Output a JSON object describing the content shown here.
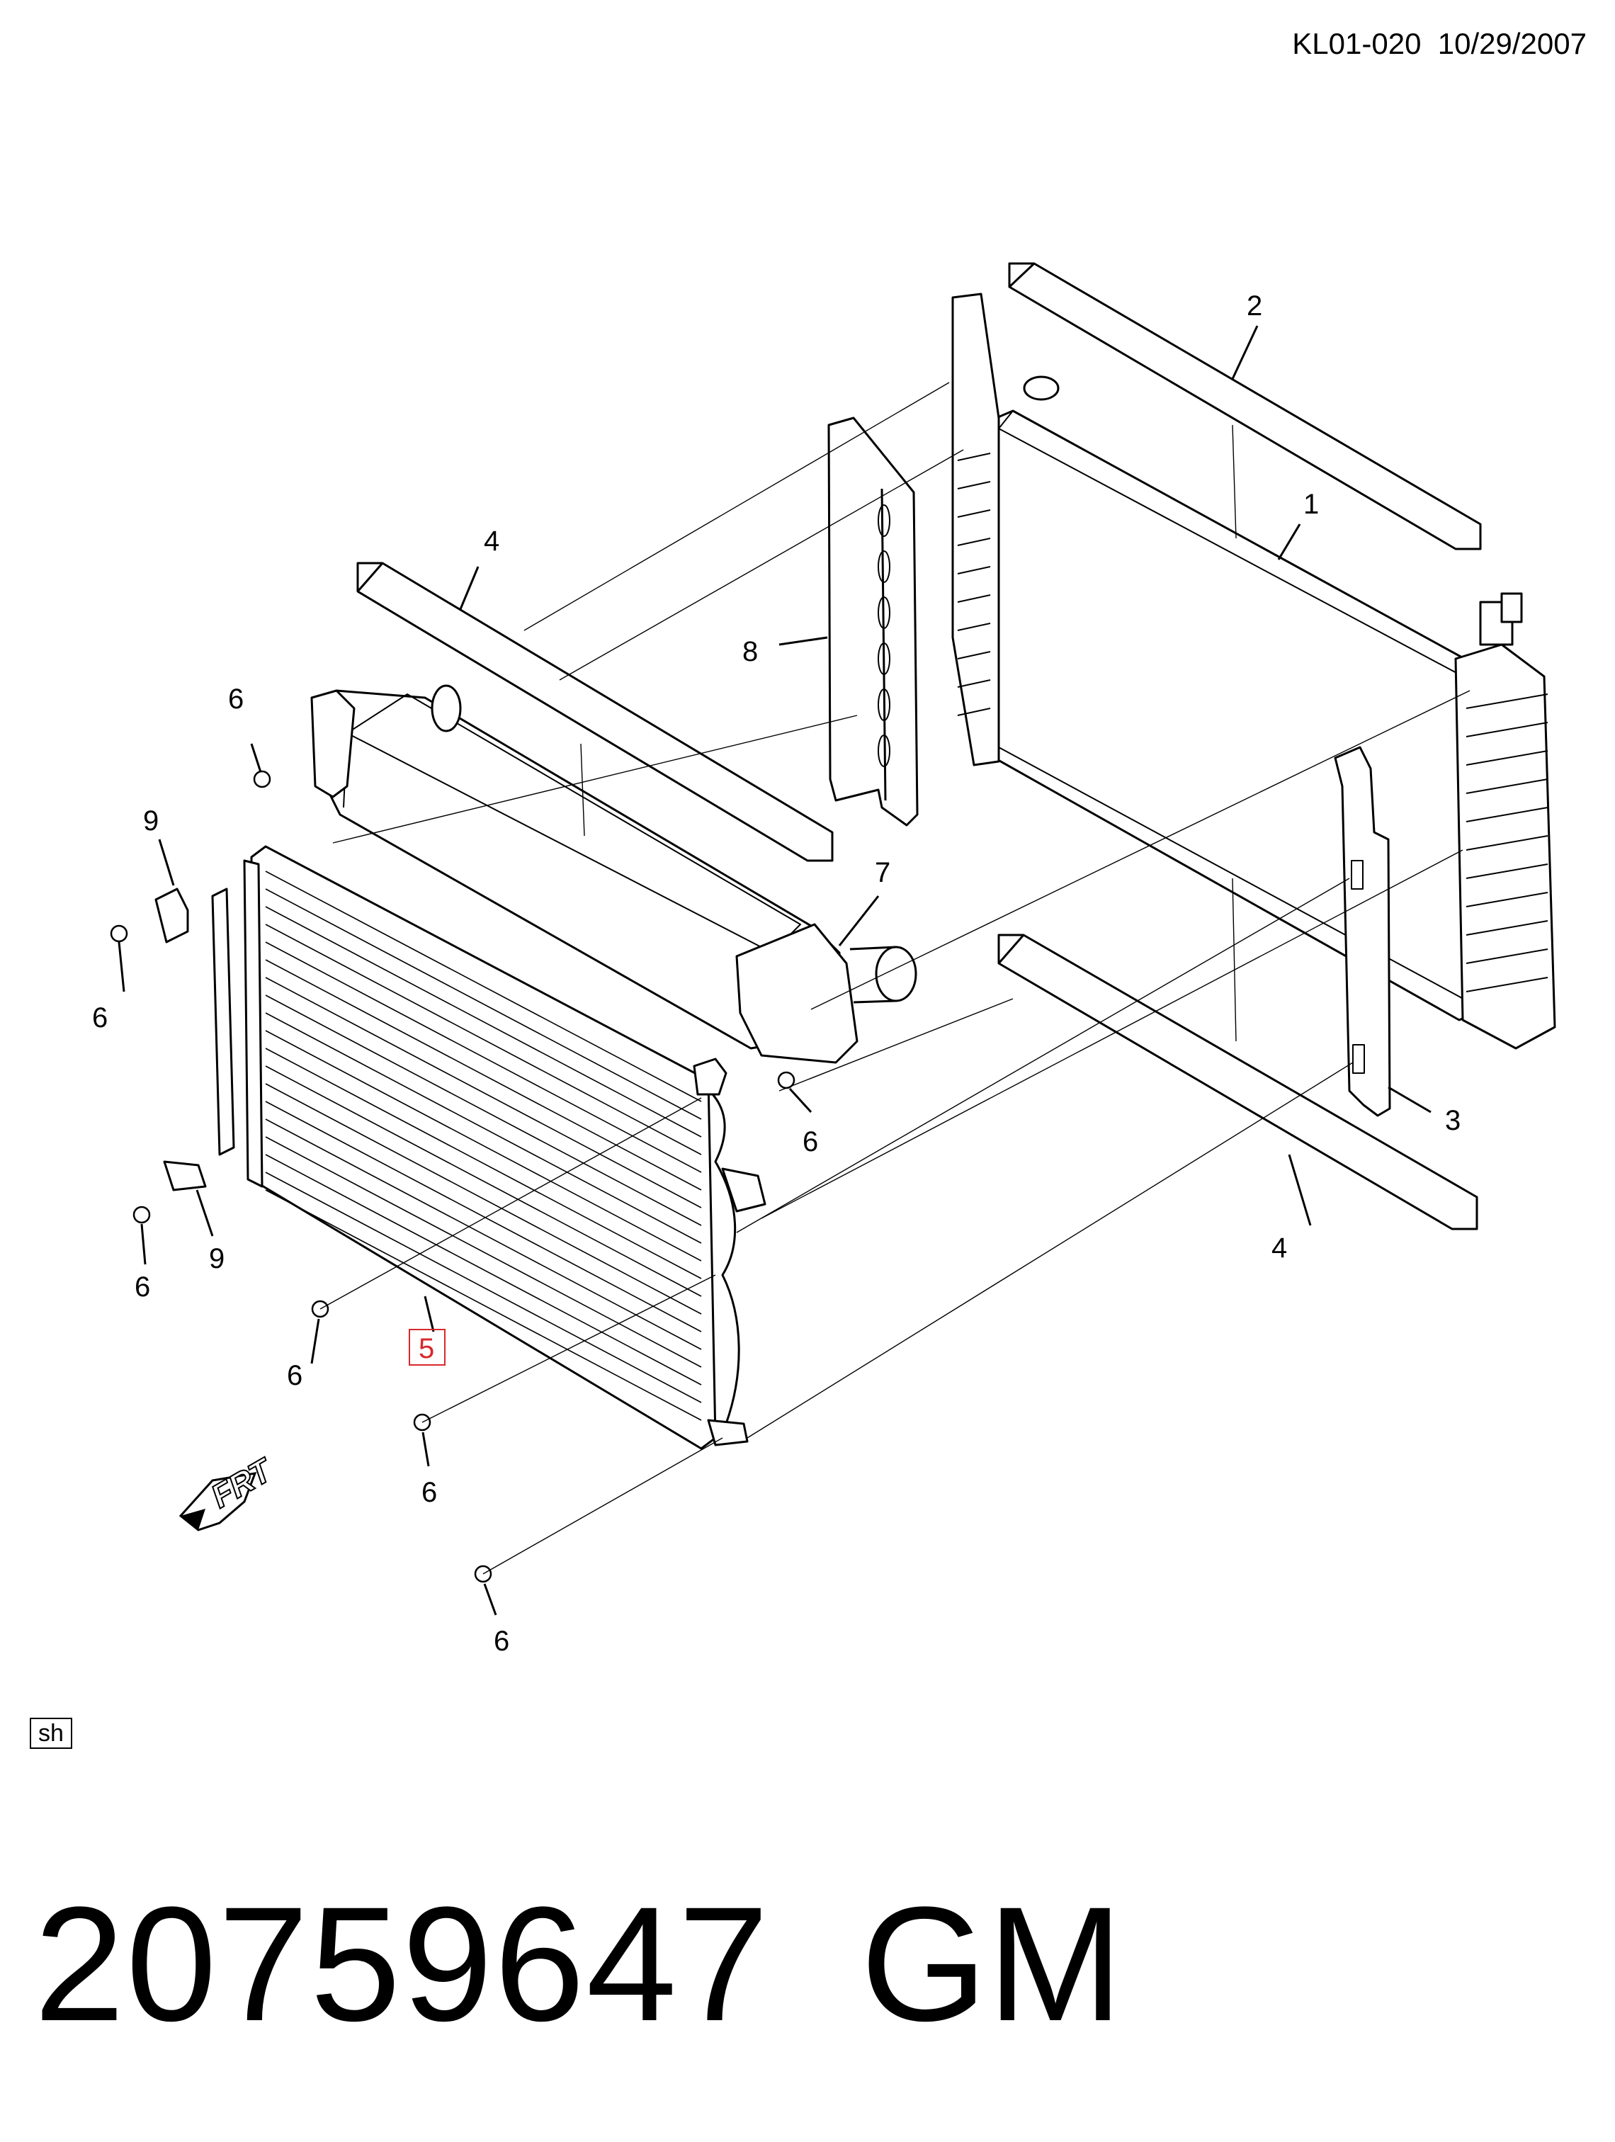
{
  "header": {
    "doc_code": "KL01-020  10/29/2007"
  },
  "callouts": {
    "c1": "1",
    "c2": "2",
    "c3": "3",
    "c4a": "4",
    "c4b": "4",
    "c5": "5",
    "c6a": "6",
    "c6b": "6",
    "c6c": "6",
    "c6d": "6",
    "c6e": "6",
    "c6f": "6",
    "c6g": "6",
    "c7": "7",
    "c8": "8",
    "c9a": "9",
    "c9b": "9"
  },
  "front_indicator": {
    "label": "FRT"
  },
  "sheet_tag": "sh",
  "footer": {
    "part_number": "20759647",
    "brand": "GM"
  },
  "colors": {
    "line": "#000000",
    "highlight_box": "#d8282b"
  }
}
